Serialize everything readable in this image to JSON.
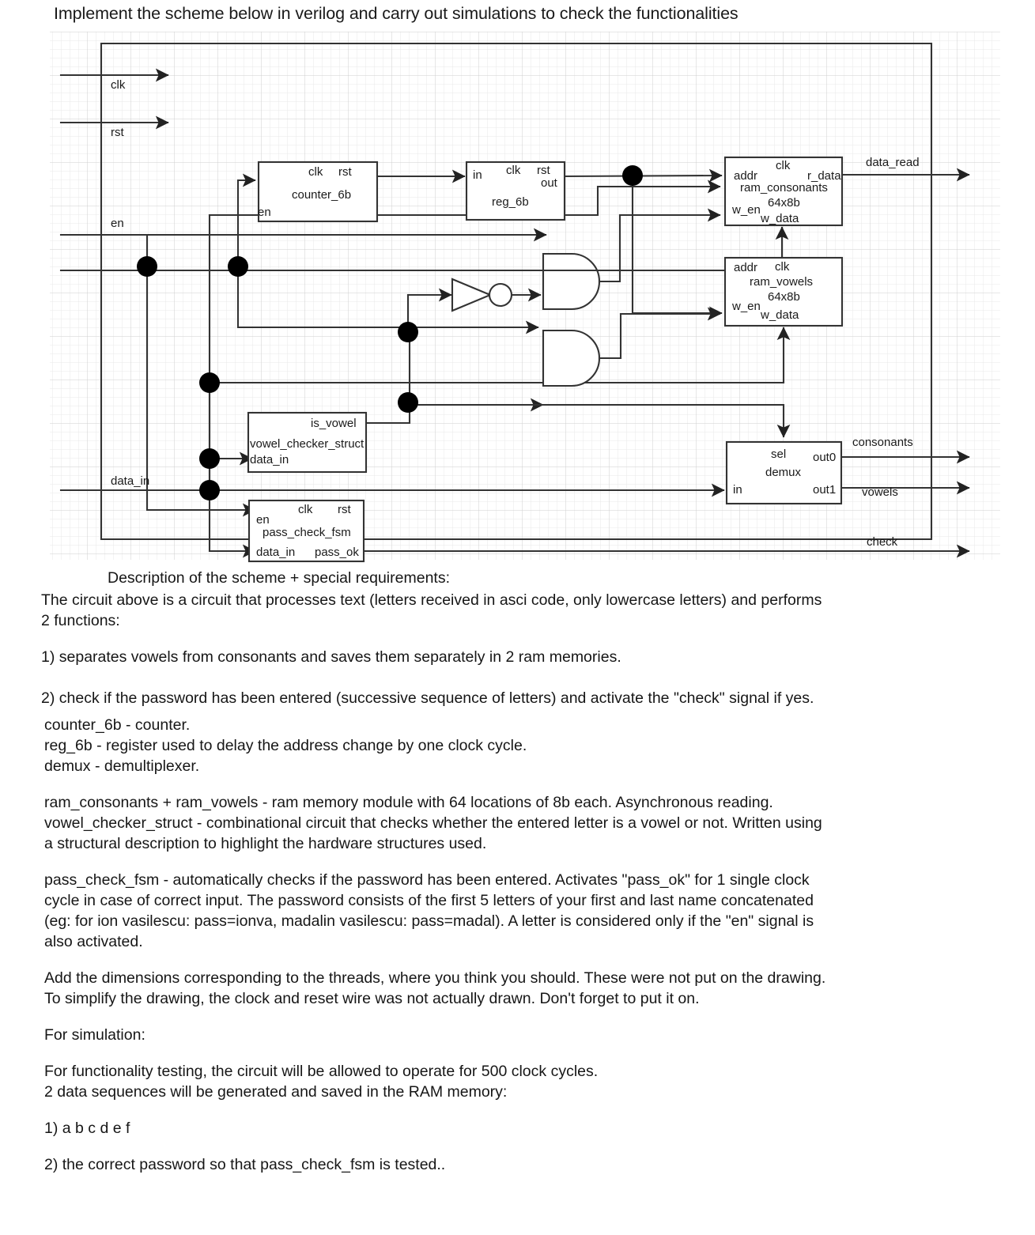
{
  "title": "Implement the scheme below in verilog and carry out simulations to check the functionalities",
  "diagram": {
    "signals": {
      "clk": "clk",
      "rst": "rst",
      "en": "en",
      "data_in": "data_in",
      "data_read": "data_read",
      "consonants": "consonants",
      "vowels": "vowels",
      "check": "check"
    },
    "blocks": {
      "counter": {
        "name": "counter_6b",
        "clk": "clk",
        "rst": "rst",
        "en": "en"
      },
      "reg": {
        "name": "reg_6b",
        "clk": "clk",
        "rst": "rst",
        "in": "in",
        "out": "out"
      },
      "ram_consonants": {
        "name": "ram_consonants",
        "size": "64x8b",
        "clk": "clk",
        "addr": "addr",
        "r_data": "r_data",
        "w_en": "w_en",
        "w_data": "w_data"
      },
      "ram_vowels": {
        "name": "ram_vowels",
        "size": "64x8b",
        "clk": "clk",
        "addr": "addr",
        "w_en": "w_en",
        "w_data": "w_data"
      },
      "vowel_checker": {
        "name": "vowel_checker_struct",
        "data_in": "data_in",
        "is_vowel": "is_vowel"
      },
      "pass_check": {
        "name": "pass_check_fsm",
        "clk": "clk",
        "rst": "rst",
        "en": "en",
        "data_in": "data_in",
        "pass_ok": "pass_ok"
      },
      "demux": {
        "name": "demux",
        "sel": "sel",
        "in": "in",
        "out0": "out0",
        "out1": "out1"
      }
    }
  },
  "text": {
    "heading": "Description of the scheme + special requirements:",
    "intro": "The circuit above is a circuit that processes text (letters received in asci code, only lowercase letters) and performs\n2 functions:",
    "func1": "1) separates vowels from consonants and saves them separately in 2 ram memories.",
    "func2": "2) check if the password has been entered (successive sequence of letters) and activate the \"check\" signal if yes.",
    "defs1": "counter_6b - counter.\nreg_6b - register used to delay the address change by one clock cycle.\ndemux - demultiplexer.",
    "defs2": "ram_consonants + ram_vowels - ram memory module with 64 locations of 8b each. Asynchronous reading.\nvowel_checker_struct - combinational circuit that checks whether the entered letter is a vowel or not. Written using\na structural description to highlight the hardware structures used.",
    "defs3": "pass_check_fsm - automatically checks if the password has been entered. Activates \"pass_ok\" for 1 single clock\ncycle in case of correct input. The password consists of the first 5 letters of your first and last name concatenated\n(eg: for ion vasilescu: pass=ionva, madalin vasilescu: pass=madal). A letter is considered only if the \"en\" signal is\nalso activated.",
    "dimensions": "Add the dimensions corresponding to the threads, where you think you should. These were not put on the drawing.\nTo simplify the drawing, the clock and reset wire was not actually drawn. Don't forget to put it on.",
    "sim_heading": "For simulation:",
    "sim_body": "For functionality testing, the circuit will be allowed to operate for 500 clock cycles.\n2 data sequences will be generated and saved in the RAM memory:",
    "seq1": "1) a b c d e f",
    "seq2": "2) the correct password so that pass_check_fsm is tested.."
  },
  "colors": {
    "line": "#333333",
    "grid_minor": "#e8e8e8",
    "grid_major": "#d0d0d0",
    "text": "#1a1a1a"
  }
}
